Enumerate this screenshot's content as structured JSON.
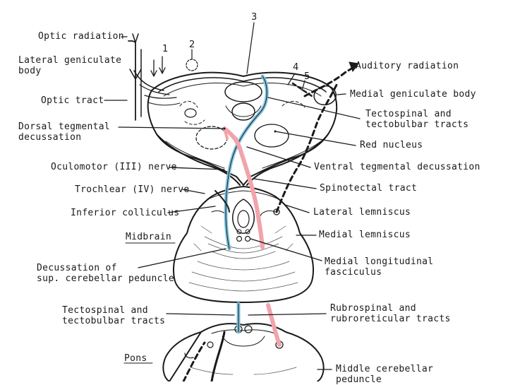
{
  "diagram": {
    "colors": {
      "ink": "#1a1a1a",
      "blue_tract": "#7fc3de",
      "pink_tract": "#f2a3ab"
    },
    "numbers": [
      "1",
      "2",
      "3",
      "4",
      "5"
    ],
    "labels_left": {
      "optic_radiation": "Optic radiation",
      "lgb_line1": "Lateral geniculate",
      "lgb_line2": "body",
      "optic_tract": "Optic tract",
      "dtd_line1": "Dorsal tegmental",
      "dtd_line2": "decussation",
      "oculomotor": "Oculomotor (III) nerve",
      "trochlear": "Trochlear (IV) nerve",
      "inferior_colliculus": "Inferior colliculus",
      "midbrain": "Midbrain",
      "dscp_line1": "Decussation of",
      "dscp_line2": "sup. cerebellar peduncle",
      "tecto_line1": "Tectospinal and",
      "tecto_line2": "tectobulbar tracts",
      "pons": "Pons"
    },
    "labels_right": {
      "auditory_radiation": "Auditory radiation",
      "medial_geniculate": "Medial geniculate body",
      "tecto_line1": "Tectospinal and",
      "tecto_line2": "tectobulbar tracts",
      "red_nucleus": "Red nucleus",
      "ventral_tegmental": "Ventral tegmental decussation",
      "spinotectal": "Spinotectal tract",
      "lateral_lemniscus": "Lateral lemniscus",
      "medial_lemniscus": "Medial lemniscus",
      "mlf_line1": "Medial longitudinal",
      "mlf_line2": "fasciculus",
      "rubro_line1": "Rubrospinal and",
      "rubro_line2": "rubroreticular tracts",
      "mcp_line1": "Middle cerebellar",
      "mcp_line2": "peduncle"
    }
  }
}
